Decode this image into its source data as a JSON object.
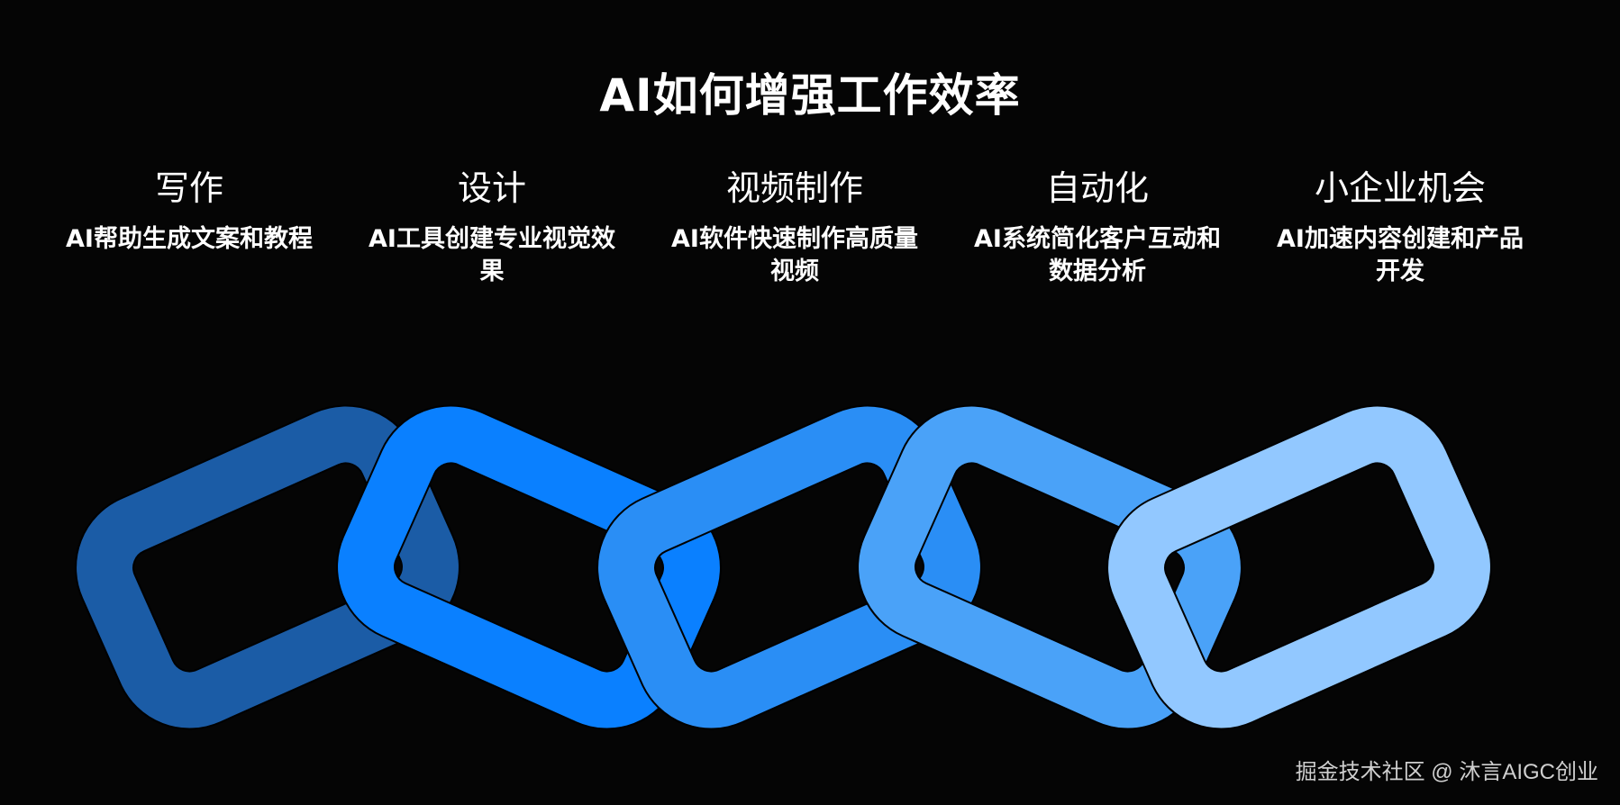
{
  "title": "AI如何增强工作效率",
  "columns": [
    {
      "heading": "写作",
      "desc": "AI帮助生成文案和教程",
      "color": "#1b5ca6"
    },
    {
      "heading": "设计",
      "desc": "AI工具创建专业视觉效果",
      "color": "#0a80ff"
    },
    {
      "heading": "视频制作",
      "desc": "AI软件快速制作高质量视频",
      "color": "#2a8ef5"
    },
    {
      "heading": "自动化",
      "desc": "AI系统简化客户互动和数据分析",
      "color": "#4aa2f8"
    },
    {
      "heading": "小企业机会",
      "desc": "AI加速内容创建和产品开发",
      "color": "#92c8ff"
    }
  ],
  "watermark": "掘金技术社区 @ 沐言AIGC创业",
  "background": "#050505"
}
